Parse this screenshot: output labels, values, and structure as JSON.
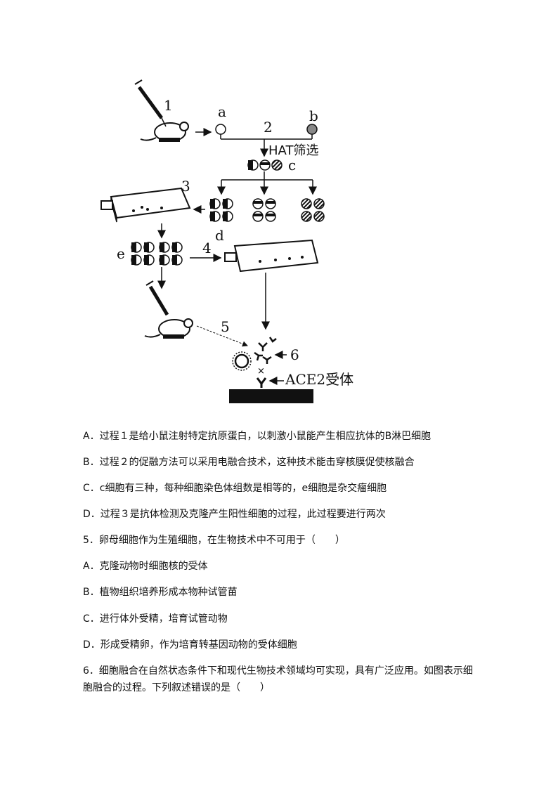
{
  "diagram": {
    "label_1": "1",
    "label_a": "a",
    "label_2": "2",
    "label_b": "b",
    "label_hat": "HAT筛选",
    "label_c": "c",
    "label_3": "3",
    "label_d": "d",
    "label_e": "e",
    "label_4": "4",
    "label_5": "5",
    "label_6": "6",
    "label_x": "×",
    "label_ace2": "ACE2受体"
  },
  "q4": {
    "option_a": "A．过程１是给小鼠注射特定抗原蛋白，以刺激小鼠能产生相应抗体的B淋巴细胞",
    "option_b": "B．过程２的促融方法可以采用电融合技术，这种技术能击穿核膜促使核融合",
    "option_c": "C．c细胞有三种，每种细胞染色体组数是相等的，e细胞是杂交瘤细胞",
    "option_d": "D．过程３是抗体检测及克隆产生阳性细胞的过程，此过程要进行两次"
  },
  "q5": {
    "stem": "5．卵母细胞作为生殖细胞，在生物技术中不可用于（　　）",
    "option_a": "A．克隆动物时细胞核的受体",
    "option_b": "B．植物组织培养形成本物种试管苗",
    "option_c": "C．进行体外受精，培育试管动物",
    "option_d": "D．形成受精卵，作为培育转基因动物的受体细胞"
  },
  "q6": {
    "stem": "6．细胞融合在自然状态条件下和现代生物技术领域均可实现，具有广泛应用。如图表示细胞融合的过程。下列叙述错误的是（　　）"
  }
}
